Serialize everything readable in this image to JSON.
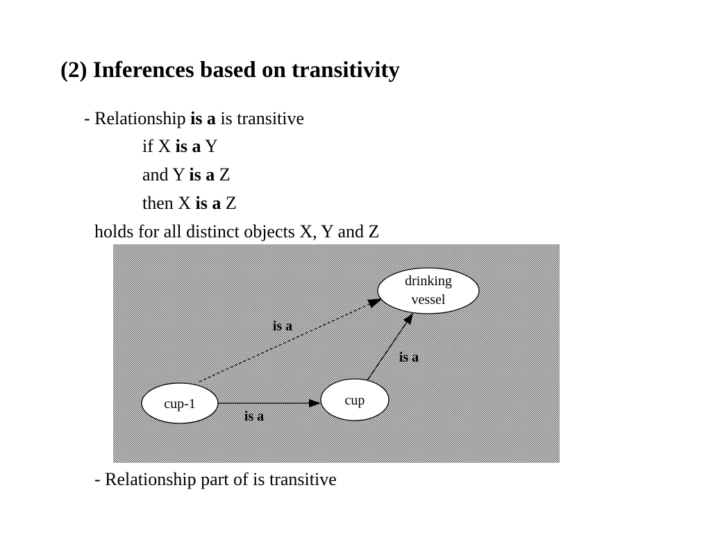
{
  "slide": {
    "title": "(2) Inferences based on transitivity",
    "intro": {
      "prefix": "- Relationship ",
      "keyword": "is a",
      "suffix": " is transitive"
    },
    "rule_if": {
      "prefix": "if X ",
      "keyword": "is a",
      "suffix": " Y"
    },
    "rule_and": {
      "prefix": "and Y ",
      "keyword": "is a",
      "suffix": " Z"
    },
    "rule_then": {
      "prefix": "then X ",
      "keyword": "is a",
      "suffix": " Z"
    },
    "holds_text": "holds for all distinct objects X, Y and Z",
    "footer_text": "- Relationship part of is transitive"
  },
  "diagram": {
    "background_color": "#d4d4d4",
    "nodes": {
      "cup1": {
        "label": "cup-1"
      },
      "cup": {
        "label": "cup"
      },
      "vessel": {
        "line1": "drinking",
        "line2": "vessel"
      }
    },
    "edges": {
      "cup1_to_cup": {
        "label": "is a",
        "style": "solid"
      },
      "cup_to_vessel": {
        "label": "is a",
        "style": "solid"
      },
      "cup1_to_vessel": {
        "label": "is a",
        "style": "dashed"
      }
    }
  }
}
